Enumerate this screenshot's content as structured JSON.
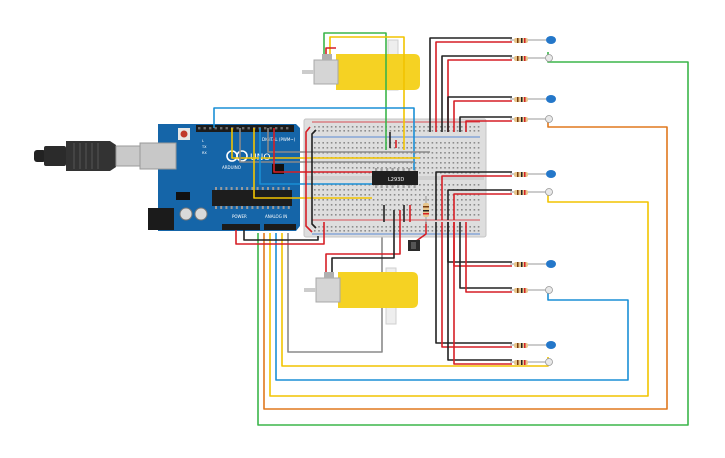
{
  "board": {
    "name": "UNO",
    "brand": "ARDUINO",
    "digital_label": "DIGITAL (PWM~)",
    "power_label": "POWER",
    "analog_label": "ANALOG IN",
    "tx_label": "TX",
    "rx_label": "RX",
    "l_label": "L"
  },
  "chip": {
    "label": "L293D"
  },
  "colors": {
    "board": "#1565a8",
    "breadboard": "#dedede",
    "motor_body": "#f5d223",
    "wire_red": "#d61f26",
    "wire_black": "#222222",
    "wire_blue": "#1a8fd6",
    "wire_yellow": "#f2c400",
    "wire_green": "#3bb54a",
    "wire_orange": "#e0781e",
    "wire_gray": "#8a8a8a",
    "led": "#2477c9",
    "photo": "#e8e8e8"
  }
}
